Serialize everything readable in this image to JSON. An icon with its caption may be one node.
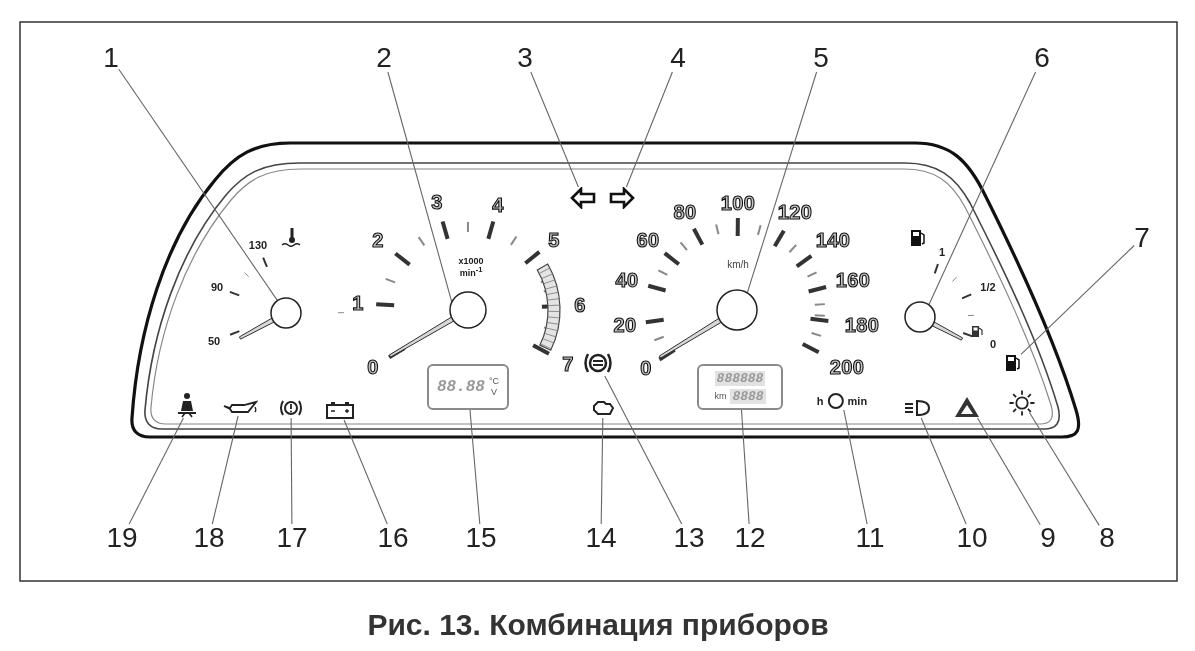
{
  "diagram": {
    "caption": "Рис. 13. Комбинация приборов",
    "nodes": [
      {
        "text": [
          "1"
        ]
      },
      {
        "text": [
          "2"
        ]
      },
      {
        "text": [
          "3"
        ]
      },
      {
        "text": [
          "4"
        ]
      },
      {
        "text": [
          "5"
        ]
      },
      {
        "text": [
          "6"
        ]
      },
      {
        "text": [
          "7"
        ]
      },
      {
        "text": [
          "19"
        ]
      },
      {
        "text": [
          "18"
        ]
      },
      {
        "text": [
          "17"
        ]
      },
      {
        "text": [
          "16"
        ]
      },
      {
        "text": [
          "15"
        ]
      },
      {
        "text": [
          "14"
        ]
      },
      {
        "text": [
          "13"
        ]
      },
      {
        "text": [
          "12"
        ]
      },
      {
        "text": [
          "11"
        ]
      },
      {
        "text": [
          "10"
        ]
      },
      {
        "text": [
          "9"
        ]
      },
      {
        "text": [
          "8"
        ]
      },
      {
        "text": [],
        "shape": "circle"
      },
      {
        "text": [],
        "shape": "circle"
      },
      {
        "text": [],
        "shape": "picture"
      },
      {
        "text": [],
        "shape": "picture"
      },
      {
        "text": [],
        "shape": "circle"
      },
      {
        "text": [],
        "shape": "circle"
      },
      {
        "text": [],
        "shape": "picture"
      },
      {
        "text": [],
        "shape": "picture"
      },
      {
        "text": [],
        "shape": "picture"
      },
      {
        "text": [],
        "shape": "picture"
      },
      {
        "text": [],
        "shape": "picture"
      },
      {
        "text": [
          "88.88",
          "°C",
          "V"
        ]
      },
      {
        "text": [],
        "shape": "picture"
      },
      {
        "text": [],
        "shape": "picture"
      },
      {
        "text": [
          "888888",
          "km",
          "8888"
        ]
      },
      {
        "text": [
          "h",
          "min"
        ]
      },
      {
        "text": [],
        "shape": "picture"
      },
      {
        "text": [],
        "shape": "picture"
      },
      {
        "text": [],
        "shape": "circle"
      }
    ],
    "edges": [
      {
        "from": 0,
        "to": 19,
        "arrow": "none"
      },
      {
        "from": 1,
        "to": 20,
        "arrow": "none"
      },
      {
        "from": 2,
        "to": 21,
        "arrow": "none"
      },
      {
        "from": 3,
        "to": 22,
        "arrow": "none"
      },
      {
        "from": 4,
        "to": 23,
        "arrow": "none"
      },
      {
        "from": 5,
        "to": 24,
        "arrow": "none"
      },
      {
        "from": 6,
        "to": 25,
        "arrow": "none"
      },
      {
        "from": 7,
        "to": 26,
        "arrow": "none"
      },
      {
        "from": 8,
        "to": 27,
        "arrow": "none"
      },
      {
        "from": 9,
        "to": 28,
        "arrow": "none"
      },
      {
        "from": 10,
        "to": 29,
        "arrow": "none"
      },
      {
        "from": 11,
        "to": 30,
        "arrow": "none"
      },
      {
        "from": 12,
        "to": 31,
        "arrow": "none"
      },
      {
        "from": 13,
        "to": 32,
        "arrow": "none"
      },
      {
        "from": 14,
        "to": 33,
        "arrow": "none"
      },
      {
        "from": 15,
        "to": 34,
        "arrow": "none"
      },
      {
        "from": 16,
        "to": 35,
        "arrow": "none"
      },
      {
        "from": 17,
        "to": 36,
        "arrow": "none"
      },
      {
        "from": 18,
        "to": 37,
        "arrow": "none"
      }
    ],
    "labels": [
      "130",
      "90",
      "50",
      "0",
      "1",
      "2",
      "3",
      "4",
      "5",
      "6",
      "7",
      "x1000 min$^{-1}$",
      "0",
      "20",
      "40",
      "60",
      "80",
      "100",
      "120",
      "140",
      "160",
      "180",
      "200",
      "km/h",
      "1",
      "1/2",
      "0"
    ]
  }
}
